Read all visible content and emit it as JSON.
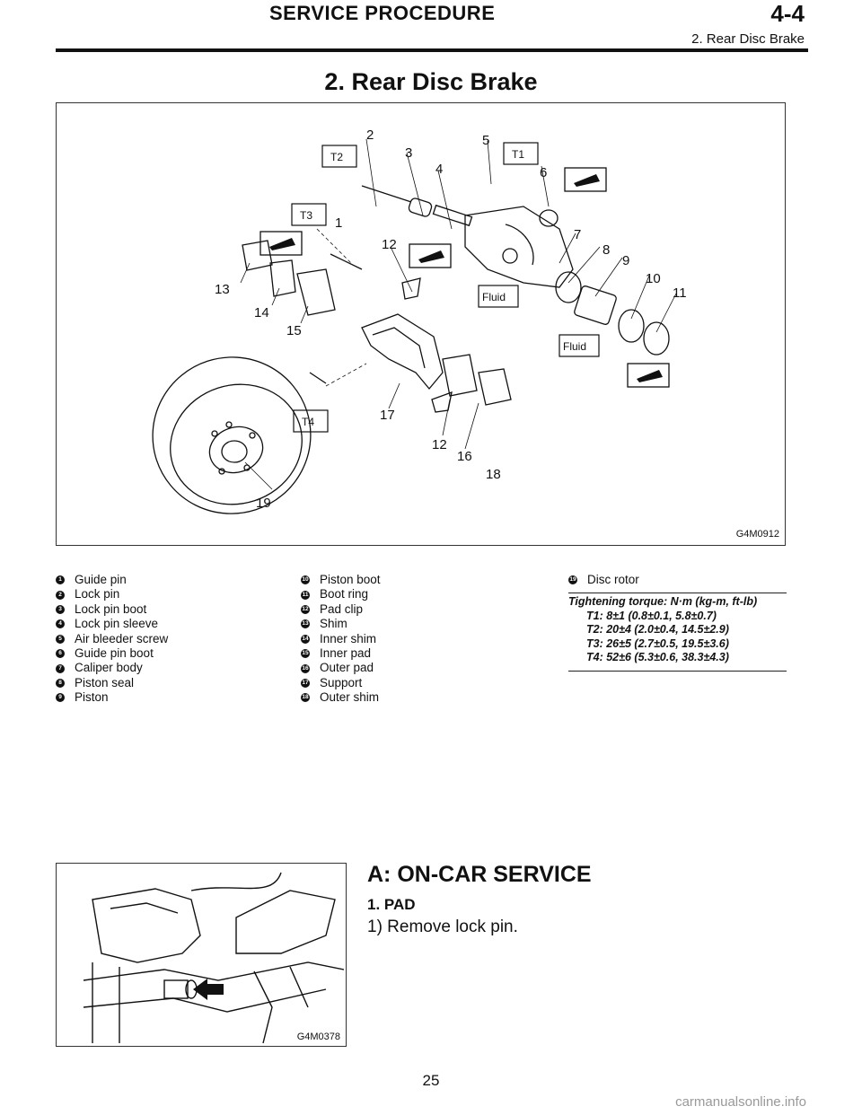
{
  "header": {
    "title": "SERVICE PROCEDURE",
    "code": "4-4",
    "subtitle": "2. Rear Disc Brake"
  },
  "page_heading": "2. Rear Disc Brake",
  "figure1": {
    "code": "G4M0912",
    "labels": [
      "T1",
      "T2",
      "T3",
      "T4",
      "Fluid"
    ]
  },
  "legend": [
    {
      "n": "1",
      "text": "Guide pin"
    },
    {
      "n": "2",
      "text": "Lock pin"
    },
    {
      "n": "3",
      "text": "Lock pin boot"
    },
    {
      "n": "4",
      "text": "Lock pin sleeve"
    },
    {
      "n": "5",
      "text": "Air bleeder screw"
    },
    {
      "n": "6",
      "text": "Guide pin boot"
    },
    {
      "n": "7",
      "text": "Caliper body"
    },
    {
      "n": "8",
      "text": "Piston seal"
    },
    {
      "n": "9",
      "text": "Piston"
    },
    {
      "n": "10",
      "text": "Piston boot"
    },
    {
      "n": "11",
      "text": "Boot ring"
    },
    {
      "n": "12",
      "text": "Pad clip"
    },
    {
      "n": "13",
      "text": "Shim"
    },
    {
      "n": "14",
      "text": "Inner shim"
    },
    {
      "n": "15",
      "text": "Inner pad"
    },
    {
      "n": "16",
      "text": "Outer pad"
    },
    {
      "n": "17",
      "text": "Support"
    },
    {
      "n": "18",
      "text": "Outer shim"
    },
    {
      "n": "19",
      "text": "Disc rotor"
    }
  ],
  "torque": {
    "heading": "Tightening torque: N·m (kg-m, ft-lb)",
    "lines": [
      "T1: 8±1 (0.8±0.1, 5.8±0.7)",
      "T2: 20±4 (2.0±0.4, 14.5±2.9)",
      "T3: 26±5 (2.7±0.5, 19.5±3.6)",
      "T4: 52±6 (5.3±0.6, 38.3±4.3)"
    ]
  },
  "figure2": {
    "code": "G4M0378"
  },
  "section": {
    "heading": "A: ON-CAR SERVICE",
    "subheading": "1. PAD",
    "step": "1) Remove lock pin."
  },
  "page_number": "25",
  "watermark": "carmanualsonline.info"
}
